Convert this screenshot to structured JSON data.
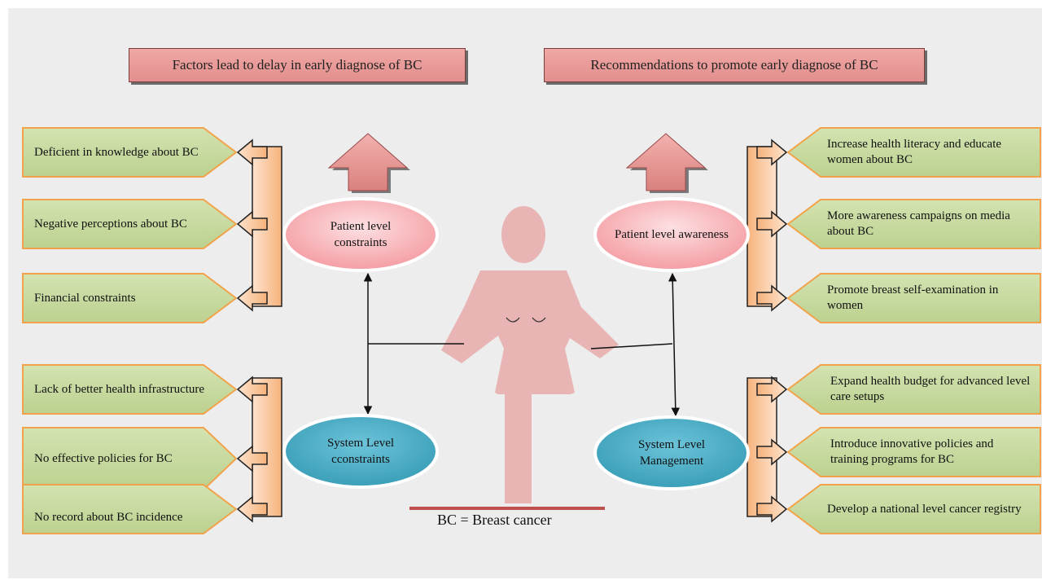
{
  "titles": {
    "left": "Factors lead to delay in early diagnose of BC",
    "right": "Recommendations to promote early diagnose of BC"
  },
  "left_patient_factors": [
    "Deficient in knowledge about BC",
    "Negative perceptions about BC",
    "Financial constraints"
  ],
  "left_system_factors": [
    "Lack of better health infrastructure",
    "No effective policies for BC",
    "No record about  BC incidence"
  ],
  "right_patient_recommendations": [
    "Increase health literacy and educate women about BC",
    "More awareness campaigns on media about BC",
    "Promote breast self-examination in women"
  ],
  "right_system_recommendations": [
    "Expand  health budget for advanced level care setups",
    "Introduce innovative policies and training programs for BC",
    "Develop a national level cancer registry"
  ],
  "hubs": {
    "patient_constraints": "Patient level constraints",
    "system_constraints": "System Level cconstraints",
    "patient_awareness": "Patient level awareness",
    "system_management": "System Level Management"
  },
  "footnote": "BC = Breast cancer",
  "colors": {
    "item_fill": "#c5d99e",
    "item_border": "#f2a24a",
    "hub_pink": "#f7b5b8",
    "hub_teal": "#4aaec6",
    "figure": "#e8b4b4",
    "title_fill": "#e99b99",
    "baseline": "#c0504d"
  }
}
